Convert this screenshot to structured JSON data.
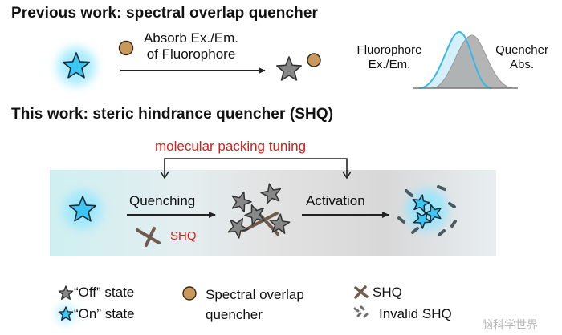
{
  "header_previous": "Previous work: spectral overlap quencher",
  "top_reaction": {
    "label_line1": "Absorb Ex./Em.",
    "label_line2": "of Fluorophore"
  },
  "spectra": {
    "fluorophore_line1": "Fluorophore",
    "fluorophore_line2": "Ex./Em.",
    "quencher_line1": "Quencher",
    "quencher_line2": "Abs.",
    "fluorophore_color": "#37b8e6",
    "quencher_color": "#a9a9a9"
  },
  "header_this": "This work: steric hindrance quencher (SHQ)",
  "packing_label": "molecular packing tuning",
  "panel": {
    "quenching_label": "Quenching",
    "shq_label": "SHQ",
    "activation_label": "Activation"
  },
  "legend": {
    "off_state": "“Off” state",
    "on_state": "“On” state",
    "spectral_line1": "Spectral overlap",
    "spectral_line2": "quencher",
    "shq": "SHQ",
    "invalid_shq": "Invalid SHQ"
  },
  "watermark": "脑科学世界",
  "colors": {
    "on_star": "#3ec6f2",
    "glow": "#7fe6ff",
    "off_star": "#888888",
    "quencher_ball": "#c9995c",
    "shq_stick": "#6f5a4e",
    "accent_red": "#d0201c"
  }
}
